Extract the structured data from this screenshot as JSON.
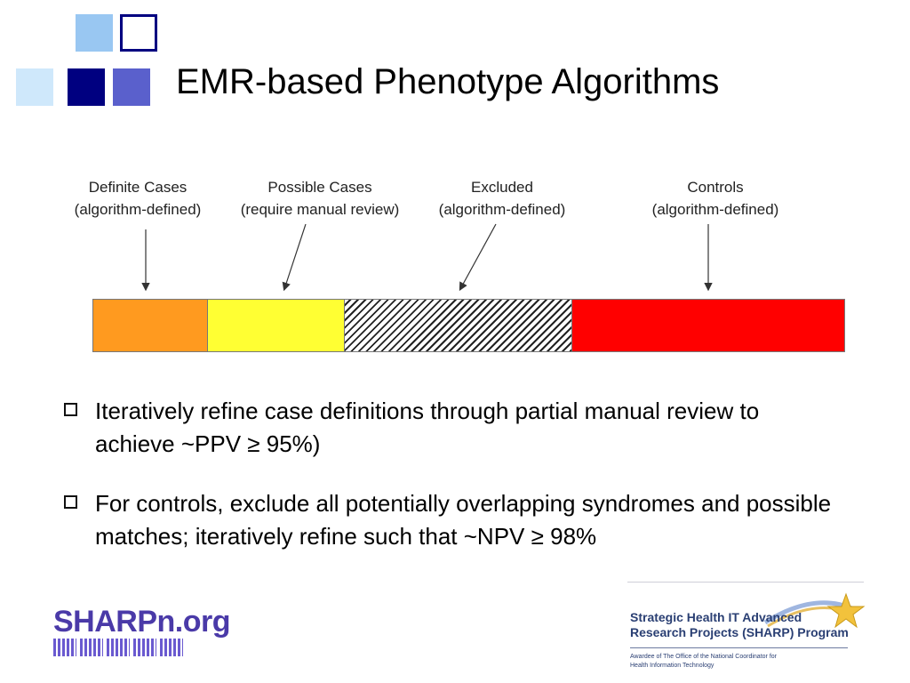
{
  "slide": {
    "title": "EMR-based Phenotype Algorithms"
  },
  "diagram": {
    "labels": [
      {
        "line1": "Definite Cases",
        "line2": "(algorithm-defined)"
      },
      {
        "line1": "Possible Cases",
        "line2": "(require manual review)"
      },
      {
        "line1": "Excluded",
        "line2": "(algorithm-defined)"
      },
      {
        "line1": "Controls",
        "line2": "(algorithm-defined)"
      }
    ],
    "segment_colors": [
      "#ff9a1f",
      "#ffff33",
      "hatched",
      "#ff0000"
    ]
  },
  "bullets": [
    {
      "text": "Iteratively refine case definitions through partial manual review  to achieve ~PPV ≥ 95%)"
    },
    {
      "text": "For controls, exclude all potentially overlapping syndromes and possible matches; iteratively refine such that ~NPV ≥ 98%"
    }
  ],
  "footer": {
    "left_logo": "SHARPn.org",
    "right_logo_line1": "Strategic Health IT Advanced",
    "right_logo_line2": "Research Projects (SHARP) Program",
    "right_logo_sub1": "Awardee of The Office of the National Coordinator for",
    "right_logo_sub2": "Health Information Technology"
  },
  "colors": {
    "sq_light": "#99c7f2",
    "sq_lighter": "#cfe8fb",
    "sq_navy": "#000080",
    "sq_mid": "#5a60cc"
  }
}
